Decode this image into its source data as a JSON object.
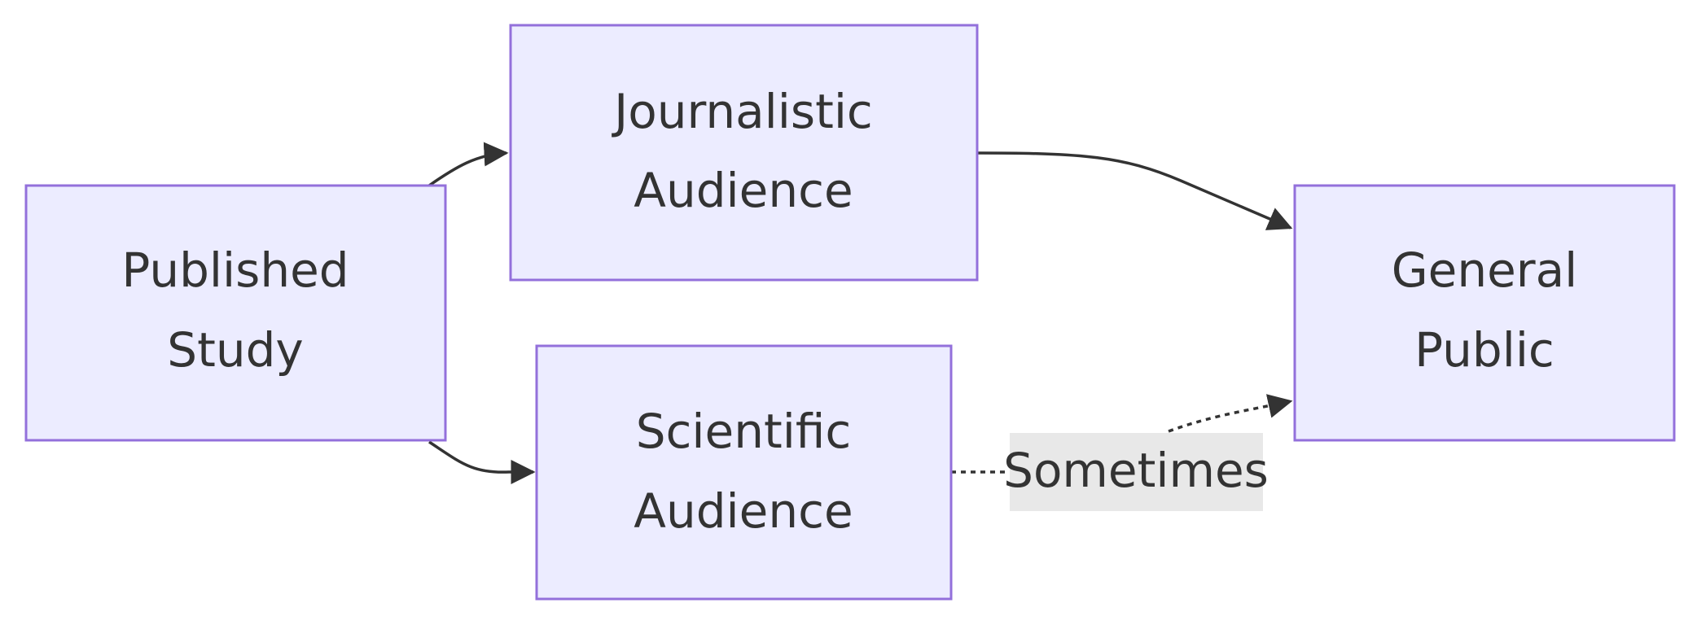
{
  "nodes": {
    "published_study": {
      "lines": [
        "Published",
        "Study"
      ]
    },
    "journalistic_audience": {
      "lines": [
        "Journalistic",
        "Audience"
      ]
    },
    "scientific_audience": {
      "lines": [
        "Scientific",
        "Audience"
      ]
    },
    "general_public": {
      "lines": [
        "General",
        "Public"
      ]
    }
  },
  "edges": {
    "scientific_to_public_label": "Sometimes"
  },
  "colors": {
    "node_fill": "#ECECFF",
    "node_border": "#9370DB",
    "edge": "#333333",
    "label_bg": "#E8E8E8",
    "text": "#333333"
  }
}
